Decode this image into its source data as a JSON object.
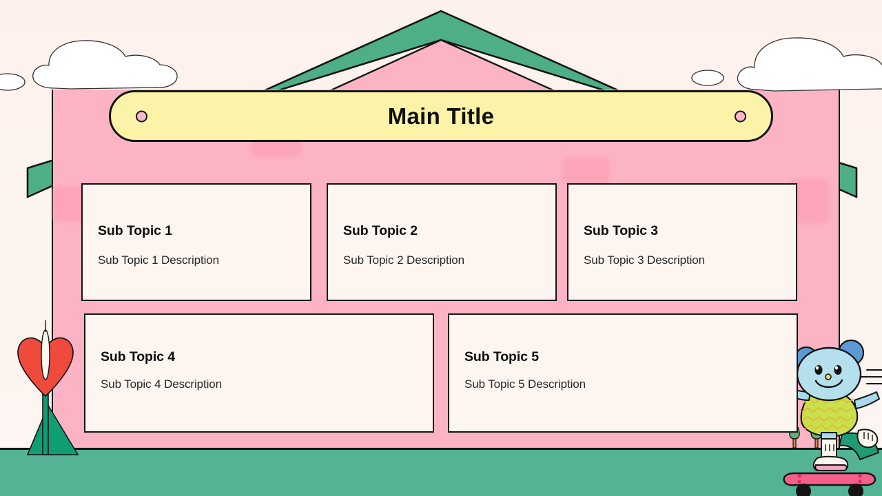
{
  "slide": {
    "title": "Main Title",
    "background_color": "#fdf3ee",
    "house_wall_color": "#fcb3c4",
    "roof_color": "#4eae86",
    "ground_color": "#54b395",
    "banner_color": "#fbf4a8",
    "card_color": "#fdf5f0",
    "outline_color": "#141414"
  },
  "cards": [
    {
      "title": "Sub Topic 1",
      "description": "Sub Topic 1 Description"
    },
    {
      "title": "Sub Topic 2",
      "description": "Sub Topic 2 Description"
    },
    {
      "title": "Sub Topic 3",
      "description": "Sub Topic 3 Description"
    },
    {
      "title": "Sub Topic 4",
      "description": "Sub Topic 4 Description"
    },
    {
      "title": "Sub Topic 5",
      "description": "Sub Topic 5 Description"
    }
  ],
  "decorations": {
    "clouds": [
      "cloud-left-small",
      "cloud-left-large",
      "cloud-right-small",
      "cloud-right-large"
    ],
    "flower": "heart-anthurium-flower",
    "character": "bear-on-skateboard",
    "trees": "background-trees",
    "skateboard": "pink-skateboard"
  }
}
